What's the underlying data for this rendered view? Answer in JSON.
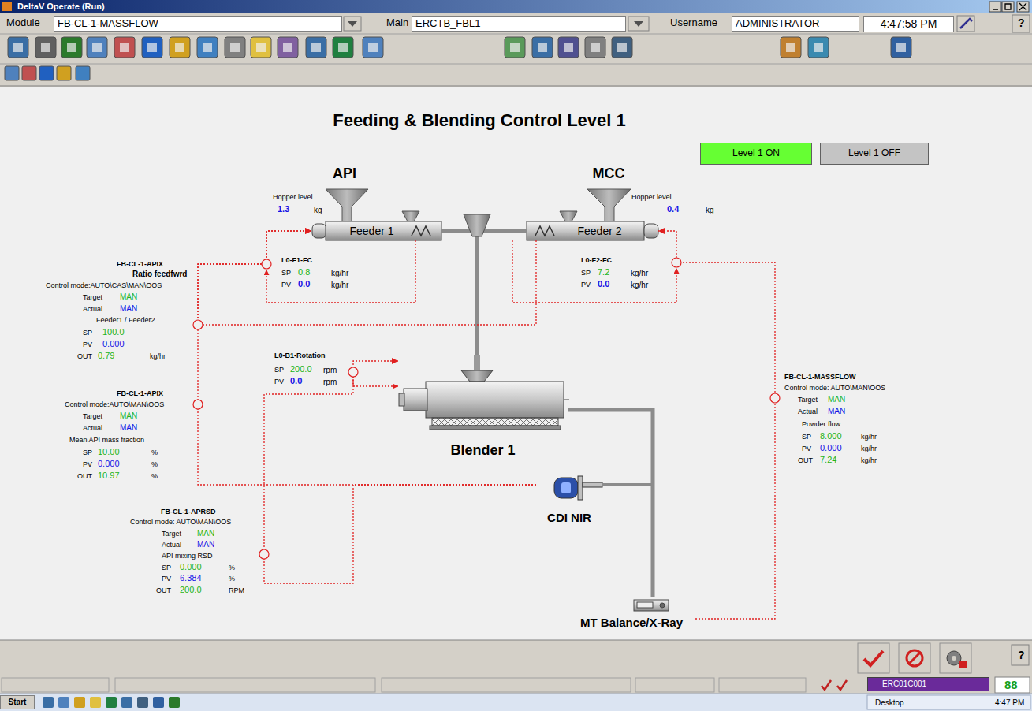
{
  "diagram": {
    "title": "Feeding & Blending Control Level 1",
    "nodes": [
      {
        "text": [
          "FB-CL-1-MASSFLOW"
        ]
      },
      {
        "text": [
          "ERCTB_FBL1"
        ]
      },
      {
        "text": [
          "ADMINISTRATOR"
        ]
      },
      {
        "text": [
          "4:47:58 PM"
        ]
      },
      {
        "text": [
          "Level 1 ON"
        ]
      },
      {
        "text": [
          "Level 1 OFF"
        ]
      },
      {
        "text": [
          "Feeder 1"
        ]
      },
      {
        "text": [
          "Feeder 2"
        ]
      },
      {
        "text": [
          "Blender 1"
        ]
      },
      {
        "text": [
          "CDI NIR"
        ]
      },
      {
        "text": [
          "MT Balance/X-Ray"
        ]
      },
      {
        "text": [
          "ERC01C001"
        ]
      },
      {
        "text": [
          "Start"
        ]
      }
    ],
    "edges": [
      {
        "from": 6,
        "to": 8,
        "arrow": "none"
      },
      {
        "from": 7,
        "to": 8,
        "arrow": "none"
      },
      {
        "from": 8,
        "to": 10,
        "arrow": "none"
      },
      {
        "from": 10,
        "to": 7,
        "arrow": "to"
      },
      {
        "from": 9,
        "to": 6,
        "arrow": "to"
      },
      {
        "from": 7,
        "to": 6,
        "arrow": "to"
      },
      {
        "from": 9,
        "to": 8,
        "arrow": "to"
      }
    ],
    "labels": [
      "DeltaV Operate (Run)",
      "Module",
      "Main",
      "Username",
      "?",
      "API",
      "MCC",
      "Hopper level",
      "1.3",
      "kg",
      "Hopper level",
      "0.4",
      "kg",
      "L0-F1-FC",
      "SP",
      "0.8",
      "kg/hr",
      "PV",
      "0.0",
      "kg/hr",
      "L0-F2-FC",
      "SP",
      "7.2",
      "kg/hr",
      "PV",
      "0.0",
      "kg/hr",
      "FB-CL-1-APIX",
      "Ratio feedfwrd",
      "Control mode:AUTO\\CAS\\MAN\\OOS",
      "Target",
      "MAN",
      "Actual",
      "MAN",
      "Feeder1 / Feeder2",
      "SP",
      "100.0",
      "PV",
      "0.000",
      "OUT",
      "0.79",
      "kg/hr",
      "FB-CL-1-APIX",
      "Control mode:AUTO\\MAN\\OOS",
      "Target",
      "MAN",
      "Actual",
      "MAN",
      "Mean API mass fraction",
      "SP",
      "10.00",
      "%",
      "PV",
      "0.000",
      "%",
      "OUT",
      "10.97",
      "%",
      "L0-B1-Rotation",
      "SP",
      "200.0",
      "rpm",
      "PV",
      "0.0",
      "rpm",
      "FB-CL-1-APRSD",
      "Control mode: AUTO\\MAN\\OOS",
      "Target",
      "MAN",
      "Actual",
      "MAN",
      "API mixing RSD",
      "SP",
      "0.000",
      "%",
      "PV",
      "6.384",
      "%",
      "OUT",
      "200.0",
      "RPM",
      "FB-CL-1-MASSFLOW",
      "Control mode: AUTO\\MAN\\OOS",
      "Target",
      "MAN",
      "Actual",
      "MAN",
      "Powder flow",
      "SP",
      "8.000",
      "kg/hr",
      "PV",
      "0.000",
      "kg/hr",
      "OUT",
      "7.24",
      "kg/hr",
      "?",
      "88",
      "Desktop",
      "4:47 PM"
    ]
  }
}
